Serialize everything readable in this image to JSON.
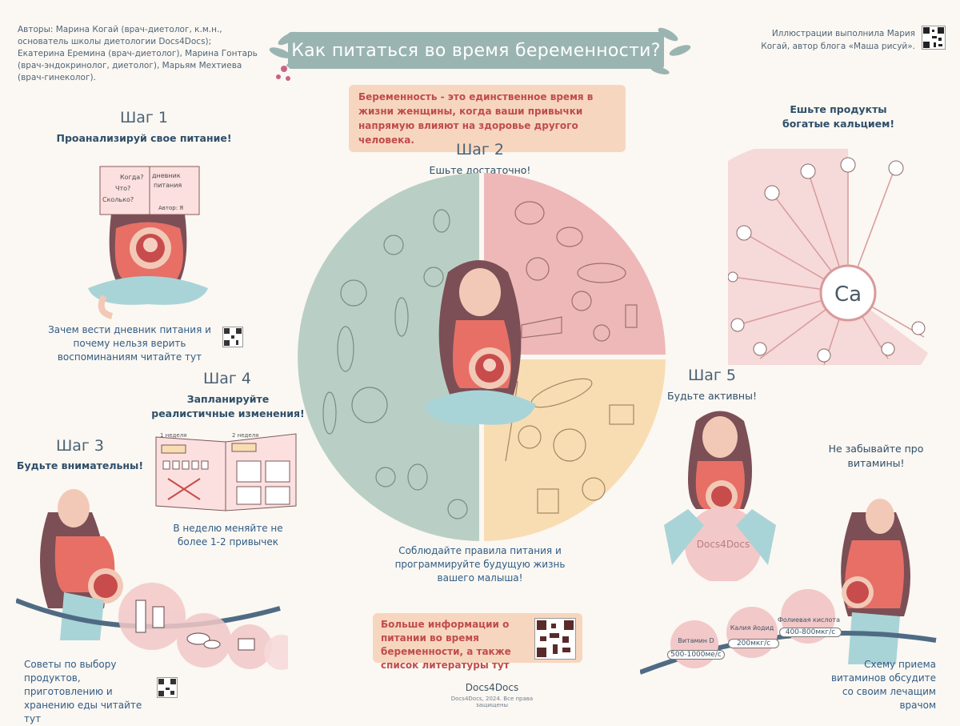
{
  "authors": "Авторы: Марина Когай (врач-диетолог, к.м.н., основатель школы диетологии Docs4Docs); Екатерина Еремина (врач-диетолог), Марина Гонтарь (врач-эндокринолог, диетолог), Марьям Мехтиева (врач-гинеколог).",
  "illustrator": "Иллюстрации выполнила Мария Когай, автор блога «Маша рисуй».",
  "title": "Как питаться во время беременности?",
  "intro": "Беременность - это единственное время в жизни женщины, когда ваши привычки напрямую влияют на здоровье другого человека.",
  "step1": {
    "label": "Шаг 1",
    "subtitle": "Проанализируй свое питание!",
    "note": "Зачем вести дневник питания и почему нельзя верить воспоминаниям читайте тут",
    "book_left": "Когда? Что? Сколько?",
    "book_right": "дневник питания",
    "book_author": "Автор: Я"
  },
  "step2": {
    "label": "Шаг 2",
    "subtitle": "Ешьте достаточно!",
    "note": "Соблюдайте правила питания и программируйте будущую жизнь вашего малыша!"
  },
  "step3": {
    "label": "Шаг 3",
    "subtitle": "Будьте внимательны!",
    "note": "Советы по выбору продуктов, приготовлению и хранению еды читайте тут"
  },
  "step4": {
    "label": "Шаг 4",
    "subtitle": "Запланируйте реалистичные изменения!",
    "note": "В неделю меняйте не более 1-2 привычек",
    "week1": "1 неделя",
    "week2": "2 неделя"
  },
  "step5": {
    "label": "Шаг 5",
    "subtitle": "Будьте активны!",
    "ball": "Docs4Docs"
  },
  "calcium": {
    "title": "Ешьте продукты богатые кальцием!",
    "symbol": "Ca"
  },
  "vitamins": {
    "title": "Не забывайте про витамины!",
    "note": "Схему приема витаминов обсудите со своим лечащим врачом",
    "items": [
      {
        "name": "Витамин D",
        "dose": "500-1000ме/с"
      },
      {
        "name": "Калия йодид",
        "dose": "200мкг/с"
      },
      {
        "name": "Фолиевая кислота",
        "dose": "400-800мкг/с"
      }
    ]
  },
  "more_info": "Больше информации о питании во время беременности, а также список литературы тут",
  "footer": {
    "logo": "Docs4Docs",
    "copyright": "Docs4Docs, 2024. Все права защищены"
  },
  "watermark": "Docs4Docs",
  "colors": {
    "banner": "#9ab4b2",
    "veg": "#b9cfc5",
    "protein": "#eeb8b8",
    "grain": "#f8ddb3",
    "peach": "#f7d6bf",
    "shirt": "#e86f66",
    "pants": "#a9d4d7",
    "hair": "#7b4f55"
  }
}
